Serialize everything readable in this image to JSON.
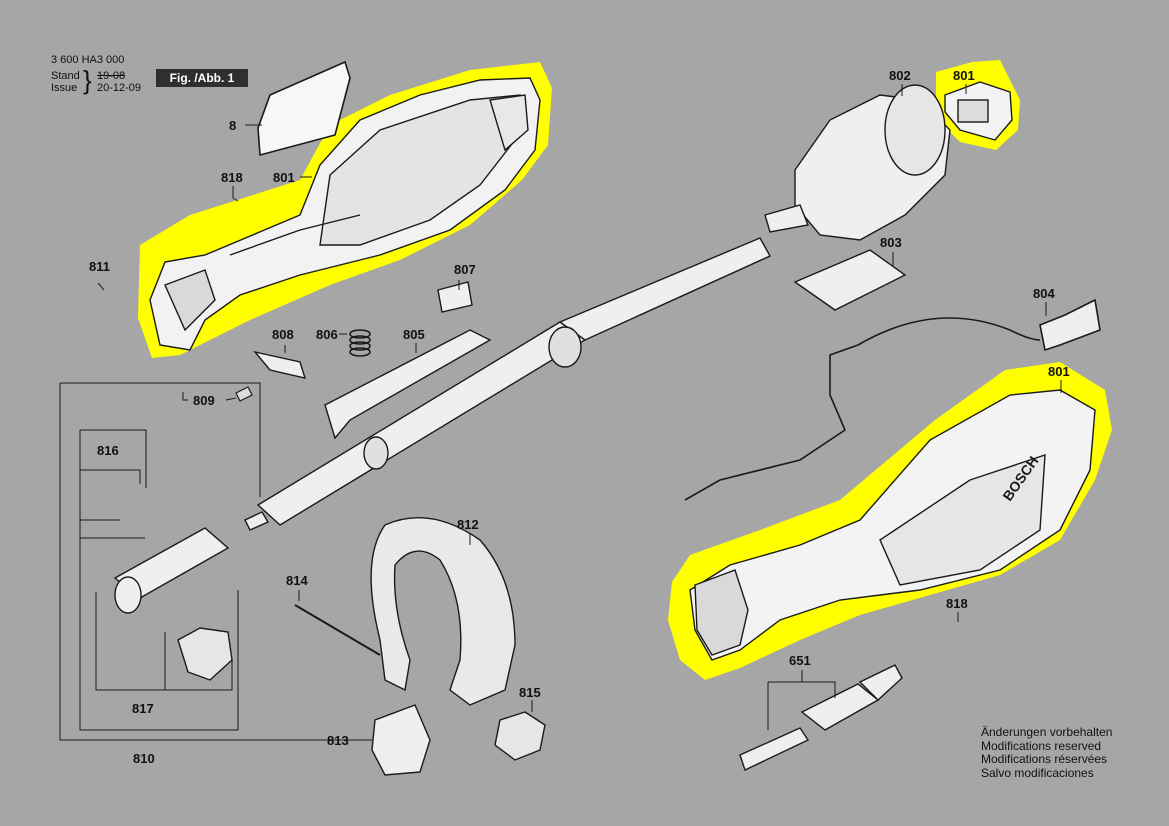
{
  "header": {
    "doc_number": "3 600 HA3 000",
    "stand_label": "Stand",
    "issue_label": "Issue",
    "stand_date": "19-08",
    "issue_date": "20-12-09",
    "figure_label": "Fig. /Abb. 1"
  },
  "part_labels": {
    "p8": "8",
    "p801_handle": "801",
    "p818_top": "818",
    "p811": "811",
    "p802": "802",
    "p801_switch": "801",
    "p803": "803",
    "p807": "807",
    "p808": "808",
    "p806": "806",
    "p805": "805",
    "p809": "809",
    "p804": "804",
    "p801_housing": "801",
    "p816": "816",
    "p812": "812",
    "p814": "814",
    "p818_bottom": "818",
    "p651": "651",
    "p817": "817",
    "p815": "815",
    "p813": "813",
    "p810": "810"
  },
  "disclaimer": {
    "de": "Änderungen vorbehalten",
    "en": "Modifications reserved",
    "fr": "Modifications réservées",
    "es": "Salvo modificaciones"
  },
  "brand_text": "BOSCH",
  "colors": {
    "background": "#a6a6a6",
    "highlight": "#ffff00",
    "line": "#1a1a1a",
    "part_fill": "#f2f2f2",
    "label_box": "#2f2f2f"
  }
}
